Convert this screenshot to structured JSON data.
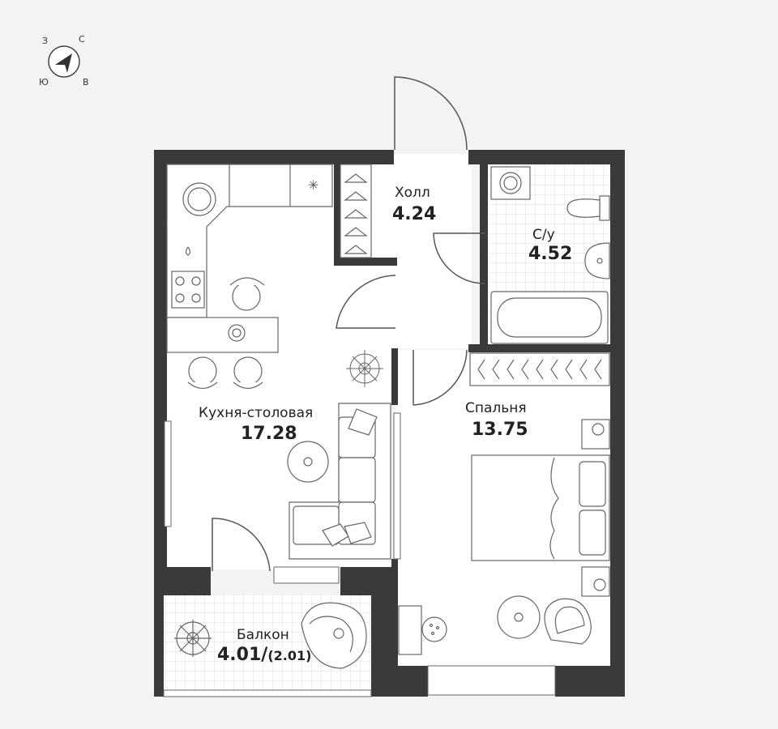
{
  "compass": {
    "n": "С",
    "s": "Ю",
    "w": "З",
    "e": "В"
  },
  "rooms": {
    "hall": {
      "name": "Холл",
      "area": "4.24"
    },
    "bathroom": {
      "name": "С/у",
      "area": "4.52"
    },
    "kitchen": {
      "name": "Кухня-столовая",
      "area": "17.28"
    },
    "bedroom": {
      "name": "Спальня",
      "area": "13.75"
    },
    "balcony": {
      "name": "Балкон",
      "area": "4.01/",
      "area_reduced": "(2.01)"
    }
  },
  "colors": {
    "wall": "#3a3a3a",
    "floor": "#ffffff",
    "tile_grid": "#dddddd",
    "line": "#555555",
    "background": "#f3f3f3"
  }
}
